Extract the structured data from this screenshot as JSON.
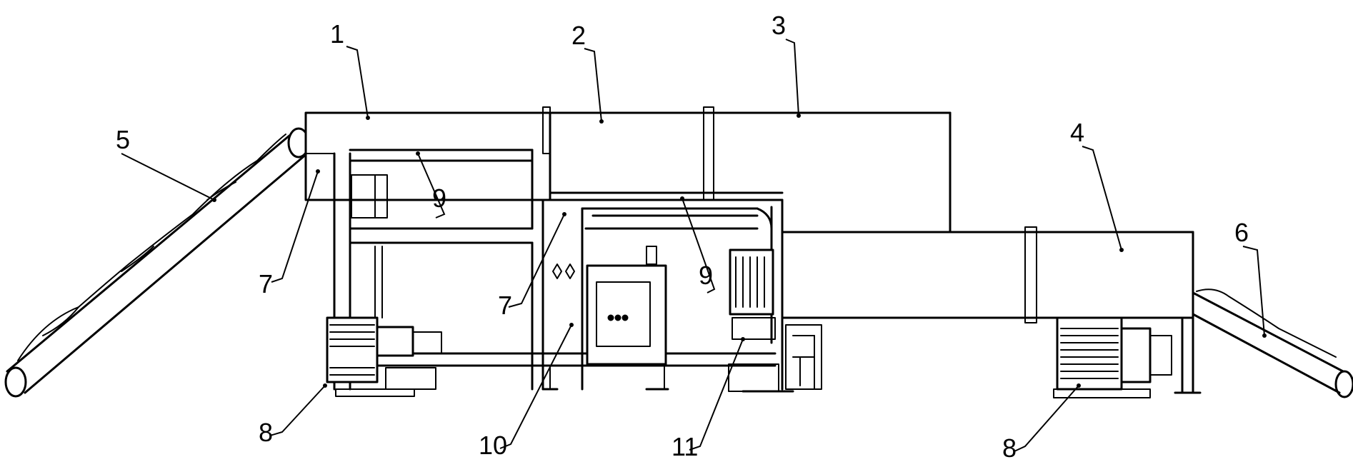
{
  "labels": {
    "l1": "1",
    "l2": "2",
    "l3": "3",
    "l4": "4",
    "l5": "5",
    "l6": "6",
    "l7a": "7",
    "l7b": "7",
    "l8a": "8",
    "l8b": "8",
    "l9a": "9",
    "l9b": "9",
    "l10": "10",
    "l11": "11"
  }
}
